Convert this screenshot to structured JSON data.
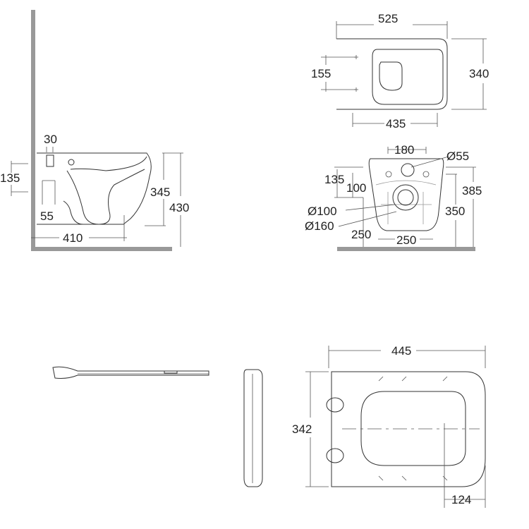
{
  "side_view": {
    "d_30": "30",
    "d_135": "135",
    "d_345": "345",
    "d_430": "430",
    "d_55": "55",
    "d_410": "410"
  },
  "top_view": {
    "d_525": "525",
    "d_155": "155",
    "d_340": "340",
    "d_435": "435"
  },
  "rear_view": {
    "d_180": "180",
    "d_55": "Ø55",
    "d_135": "135",
    "d_100": "100",
    "d_385": "385",
    "d_100dia": "Ø100",
    "d_350": "350",
    "d_160": "Ø160",
    "d_250a": "250",
    "d_250b": "250"
  },
  "seat_view": {
    "d_445": "445",
    "d_342": "342",
    "d_124": "124"
  },
  "colors": {
    "line": "#333333",
    "wall": "#999999"
  }
}
